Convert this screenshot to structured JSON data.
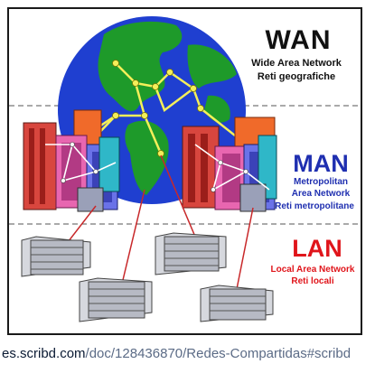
{
  "wan": {
    "title": "WAN",
    "line1": "Wide Area Network",
    "line2": "Reti geografiche"
  },
  "man": {
    "title": "MAN",
    "line1": "Metropolitan",
    "line2": "Area Network",
    "line3": "Reti metropolitane"
  },
  "lan": {
    "title": "LAN",
    "line1": "Local Area Network",
    "line2": "Reti locali"
  },
  "caption": {
    "domain": "es.scribd.com",
    "path": "/doc/128436870/Redes-Compartidas#scribd"
  },
  "colors": {
    "wan": "#111111",
    "man": "#1f2fb0",
    "lan": "#e0151b",
    "ocean": "#1f3fd0",
    "land": "#1e9a2a",
    "link": "#c8282a",
    "wan_link": "#f4ef5a"
  }
}
